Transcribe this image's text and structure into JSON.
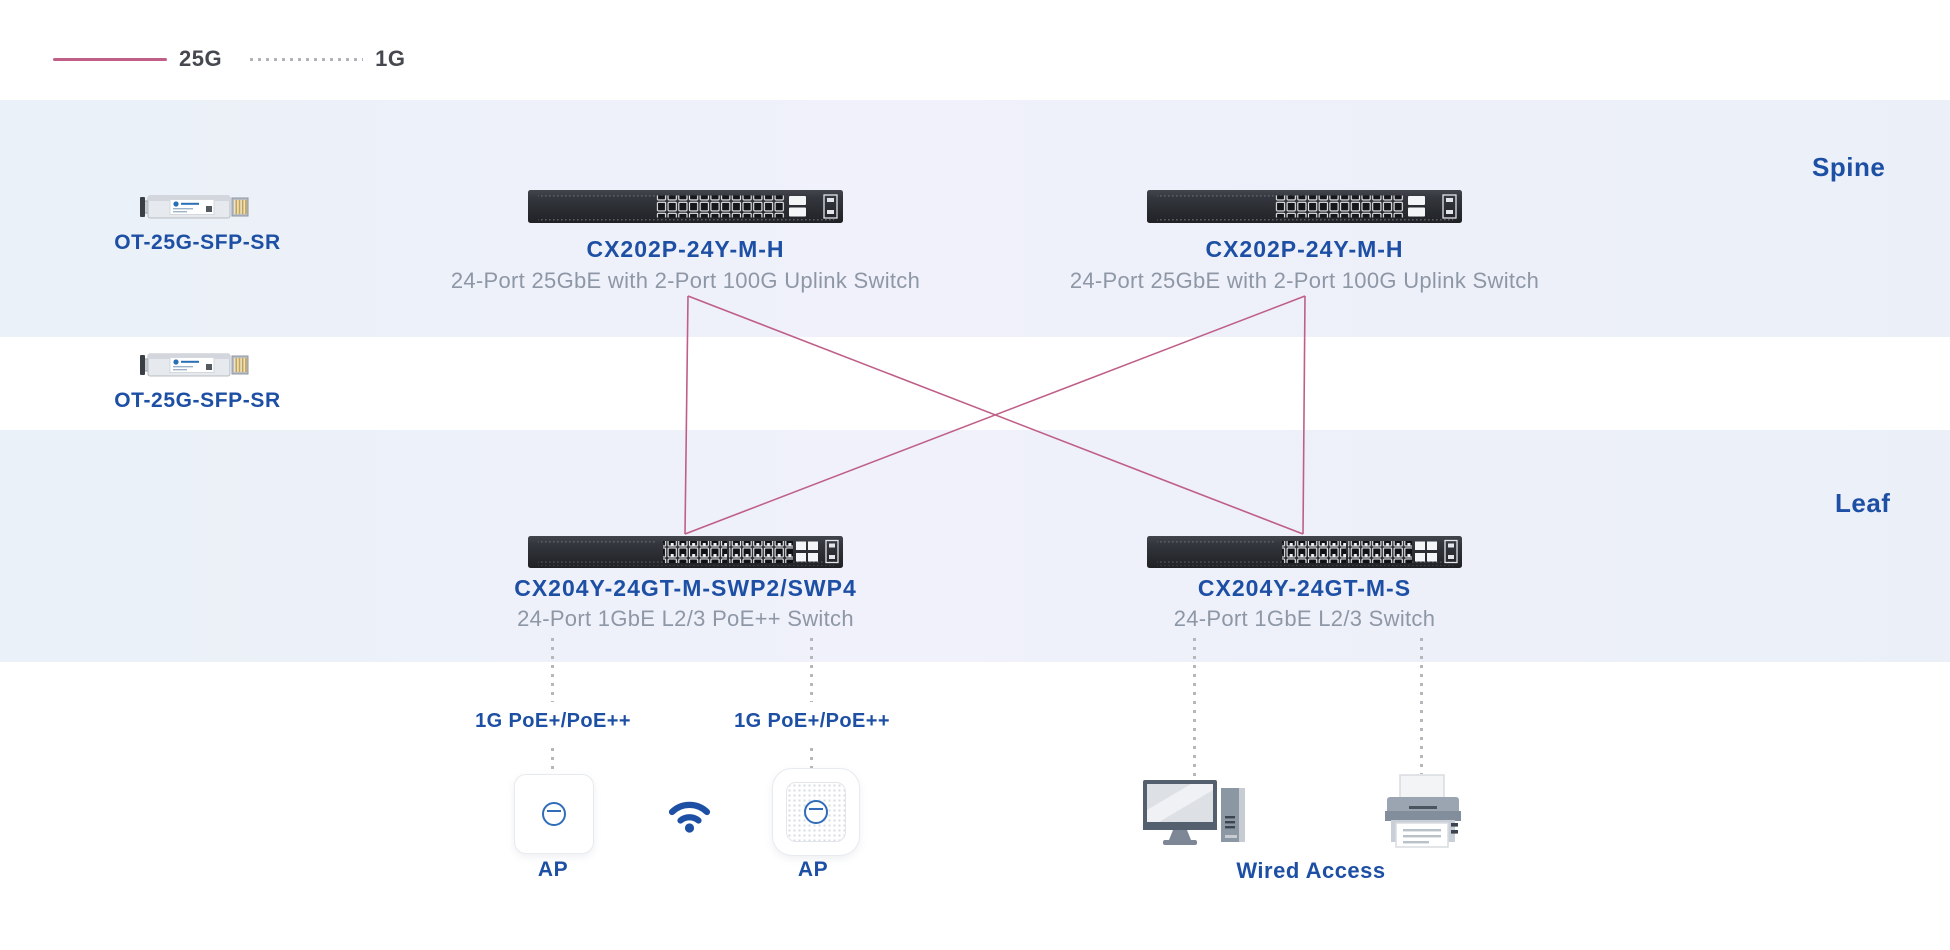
{
  "legend": {
    "solid_label": "25G",
    "dotted_label": "1G"
  },
  "bands": {
    "spine": "Spine",
    "leaf": "Leaf"
  },
  "transceivers": {
    "top": "OT-25G-SFP-SR",
    "bottom": "OT-25G-SFP-SR"
  },
  "spine": {
    "left": {
      "model": "CX202P-24Y-M-H",
      "desc": "24-Port 25GbE with 2-Port 100G Uplink Switch"
    },
    "right": {
      "model": "CX202P-24Y-M-H",
      "desc": "24-Port 25GbE with 2-Port 100G Uplink Switch"
    }
  },
  "leaf": {
    "left": {
      "model": "CX204Y-24GT-M-SWP2/SWP4",
      "desc": "24-Port 1GbE L2/3 PoE++ Switch"
    },
    "right": {
      "model": "CX204Y-24GT-M-S",
      "desc": "24-Port 1GbE L2/3 Switch"
    }
  },
  "access": {
    "poe_left": "1G PoE+/PoE++",
    "poe_right": "1G PoE+/PoE++",
    "ap_left": "AP",
    "ap_right": "AP",
    "wired": "Wired Access"
  },
  "colors": {
    "link_25g": "#bf5f88",
    "link_1g": "#b3b8bd",
    "accent_blue": "#1d4fa4",
    "subtitle_gray": "#8e97a6",
    "band_bg": "#ecf1f9"
  }
}
